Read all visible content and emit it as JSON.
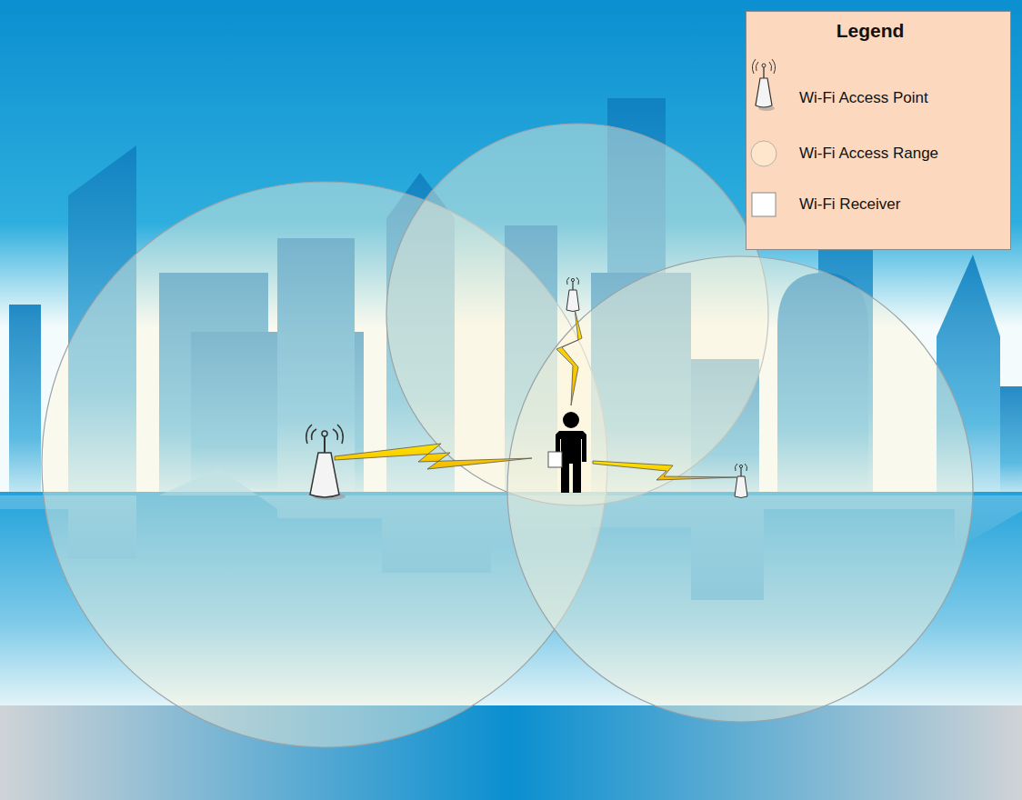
{
  "diagram": {
    "labels": [
      "Legend"
    ],
    "legend": [
      {
        "text": "Wi-Fi Access Point"
      },
      {
        "text": "Wi-Fi Access Range"
      },
      {
        "text": "Wi-Fi Receiver"
      }
    ]
  }
}
